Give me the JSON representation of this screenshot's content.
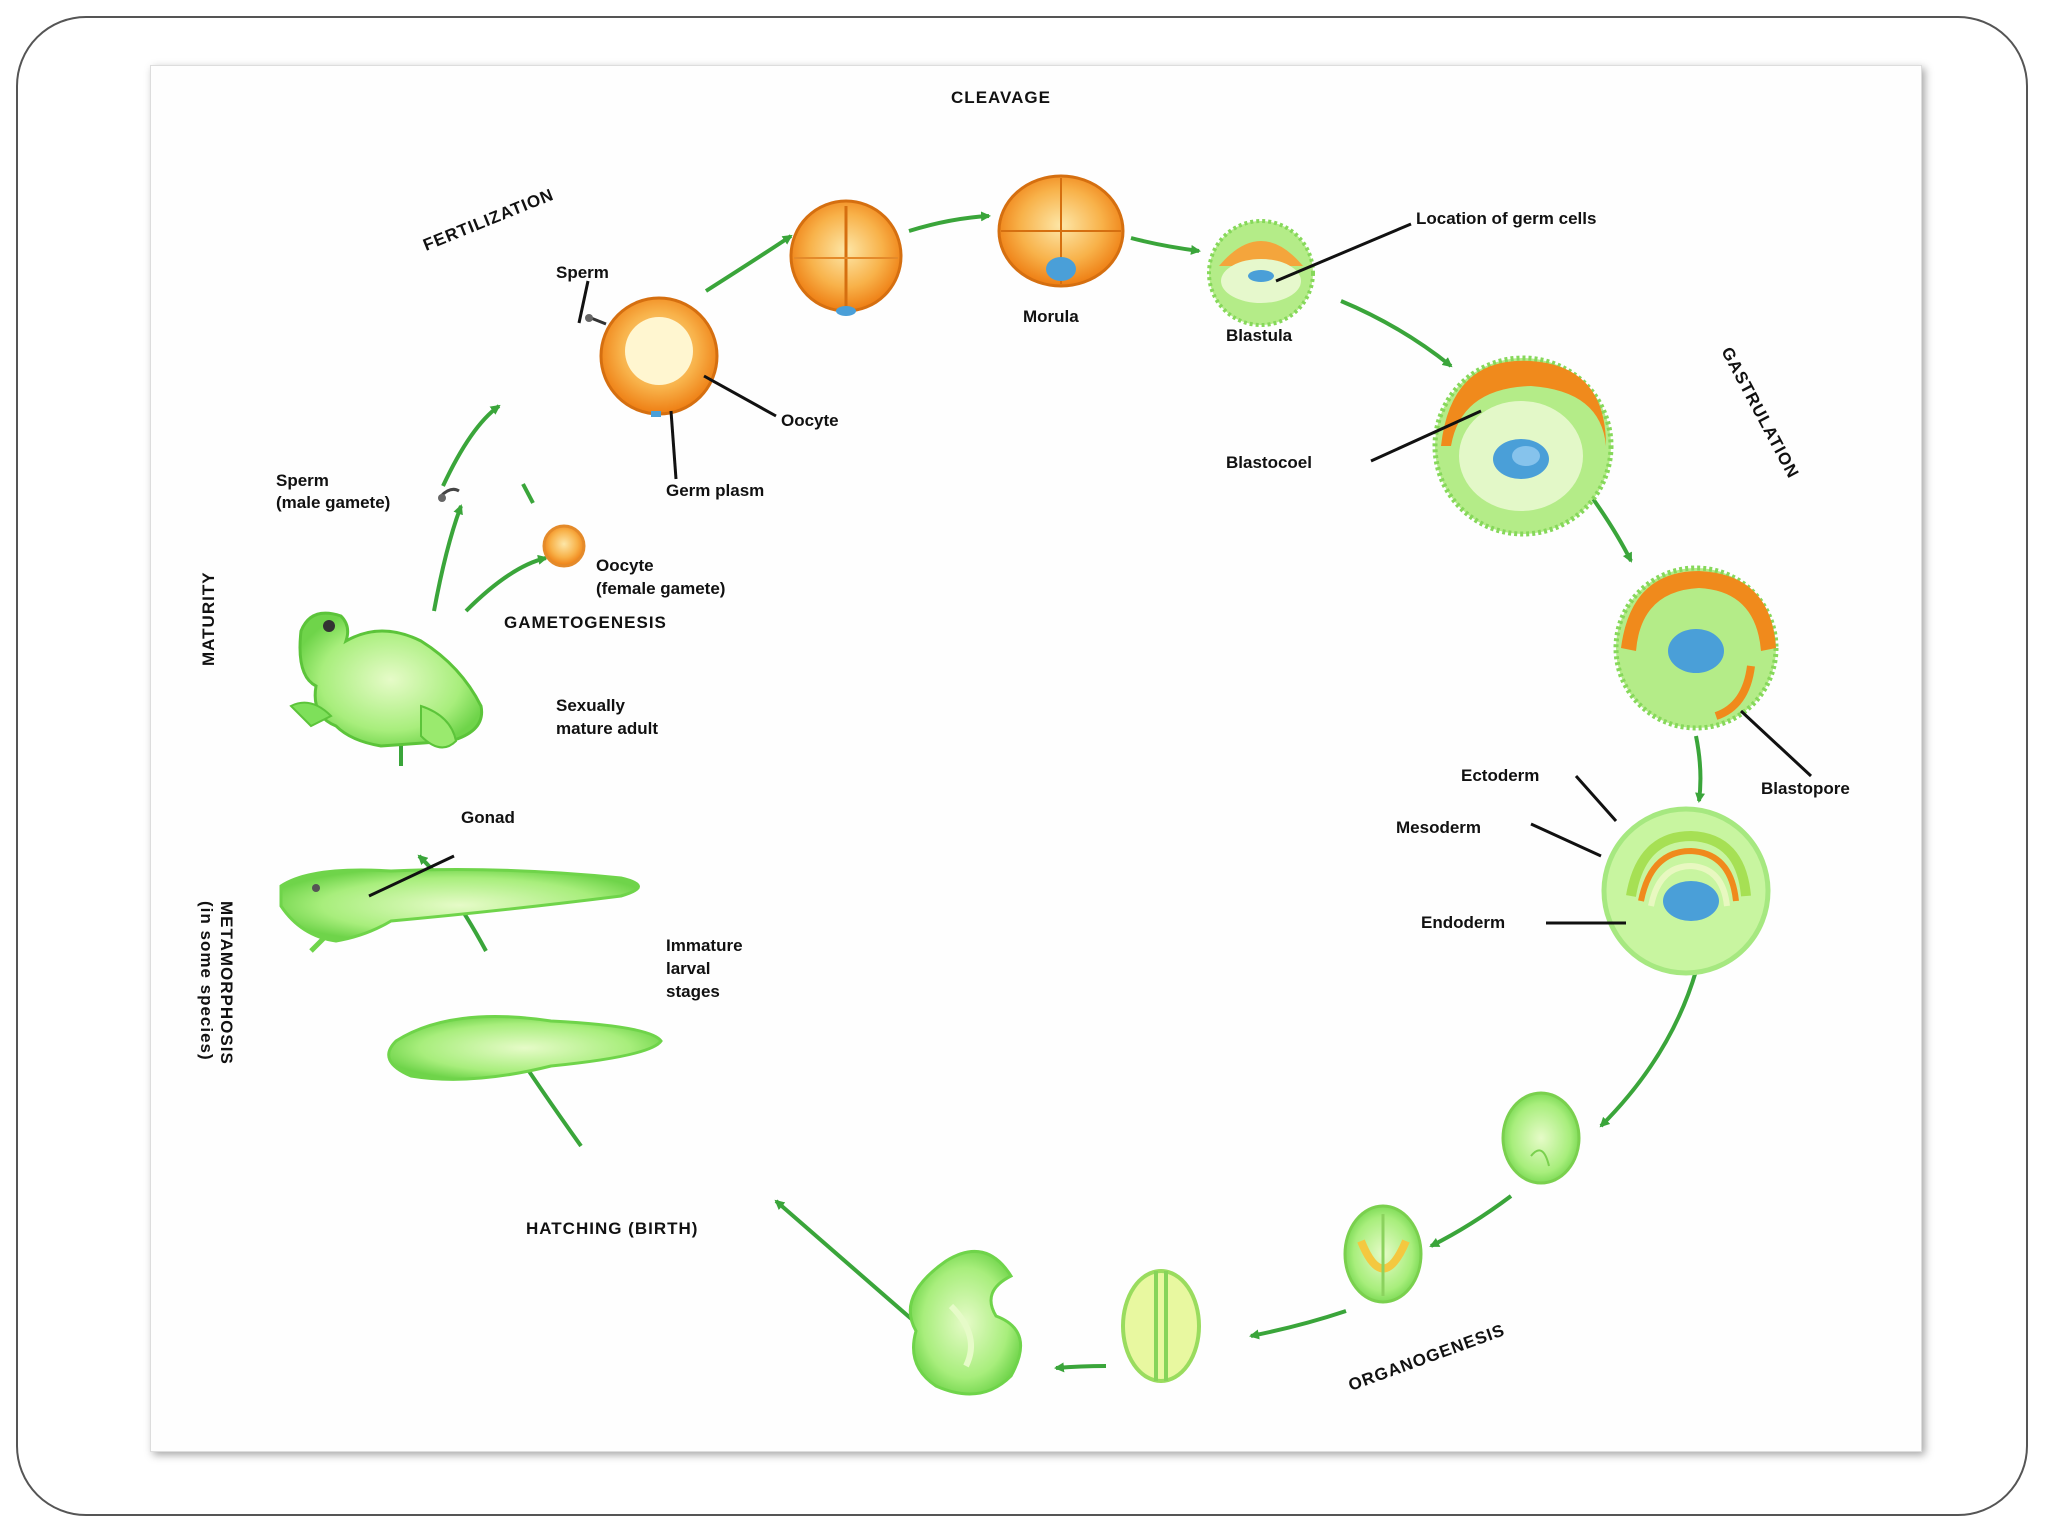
{
  "stages": {
    "cleavage": "CLEAVAGE",
    "fertilization": "FERTILIZATION",
    "gastrulation": "GASTRULATION",
    "maturity": "MATURITY",
    "gametogenesis": "GAMETOGENESIS",
    "metamorphosis_line1": "METAMORPHOSIS",
    "metamorphosis_line2": "(in some species)",
    "organogenesis": "ORGANOGENESIS",
    "hatching": "HATCHING (BIRTH)"
  },
  "labels": {
    "sperm": "Sperm",
    "oocyte": "Oocyte",
    "germ_plasm": "Germ plasm",
    "morula": "Morula",
    "blastula": "Blastula",
    "germ_cells": "Location of germ cells",
    "blastocoel": "Blastocoel",
    "blastopore": "Blastopore",
    "ectoderm": "Ectoderm",
    "mesoderm": "Mesoderm",
    "endoderm": "Endoderm",
    "sperm_male_line1": "Sperm",
    "sperm_male_line2": "(male gamete)",
    "oocyte_female_line1": "Oocyte",
    "oocyte_female_line2": "(female gamete)",
    "adult_line1": "Sexually",
    "adult_line2": "mature adult",
    "gonad": "Gonad",
    "larval_line1": "Immature",
    "larval_line2": "larval",
    "larval_line3": "stages"
  },
  "colors": {
    "arrow": "#3aa53a",
    "orange": "#f08a1c",
    "light_orange": "#fde7a8",
    "green": "#7ee05a",
    "light_green": "#c8f5a0",
    "blue": "#4a9fd8"
  }
}
